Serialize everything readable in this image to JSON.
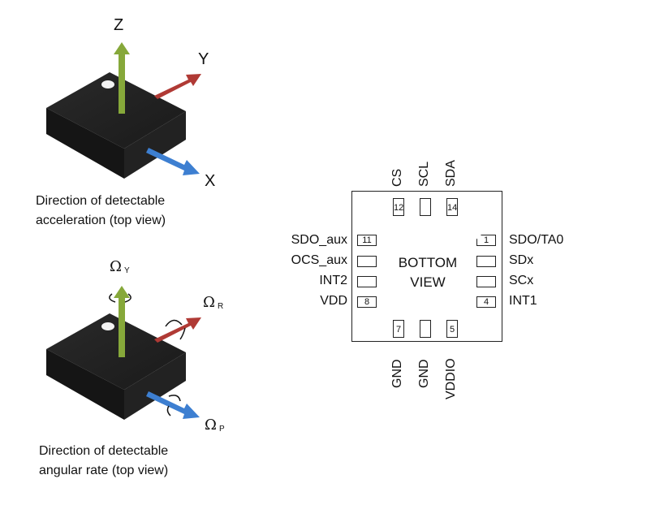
{
  "accel_figure": {
    "axes": {
      "z": "Z",
      "y": "Y",
      "x": "X"
    },
    "caption_line1": "Direction of detectable",
    "caption_line2": "acceleration (top view)",
    "colors": {
      "z": "#86a83a",
      "y": "#b03a35",
      "x": "#3d7fd1",
      "body": "#1e1e1e"
    }
  },
  "gyro_figure": {
    "axes": {
      "yaw": {
        "symbol": "Ω",
        "sub": "Y"
      },
      "roll": {
        "symbol": "Ω",
        "sub": "R"
      },
      "pitch": {
        "symbol": "Ω",
        "sub": "P"
      }
    },
    "caption_line1": "Direction of detectable",
    "caption_line2": "angular rate (top view)"
  },
  "pinout": {
    "center_line1": "BOTTOM",
    "center_line2": "VIEW",
    "top_pins": [
      {
        "number": "12",
        "label": "CS"
      },
      {
        "number": "",
        "label": "SCL"
      },
      {
        "number": "14",
        "label": "SDA"
      }
    ],
    "left_pins": [
      {
        "number": "11",
        "label": "SDO_aux"
      },
      {
        "number": "",
        "label": "OCS_aux"
      },
      {
        "number": "",
        "label": "INT2"
      },
      {
        "number": "8",
        "label": "VDD"
      }
    ],
    "right_pins": [
      {
        "number": "1",
        "label": "SDO/TA0"
      },
      {
        "number": "",
        "label": "SDx"
      },
      {
        "number": "",
        "label": "SCx"
      },
      {
        "number": "4",
        "label": "INT1"
      }
    ],
    "bottom_pins": [
      {
        "number": "7",
        "label": "GND"
      },
      {
        "number": "",
        "label": "GND"
      },
      {
        "number": "5",
        "label": "VDDIO"
      }
    ]
  }
}
